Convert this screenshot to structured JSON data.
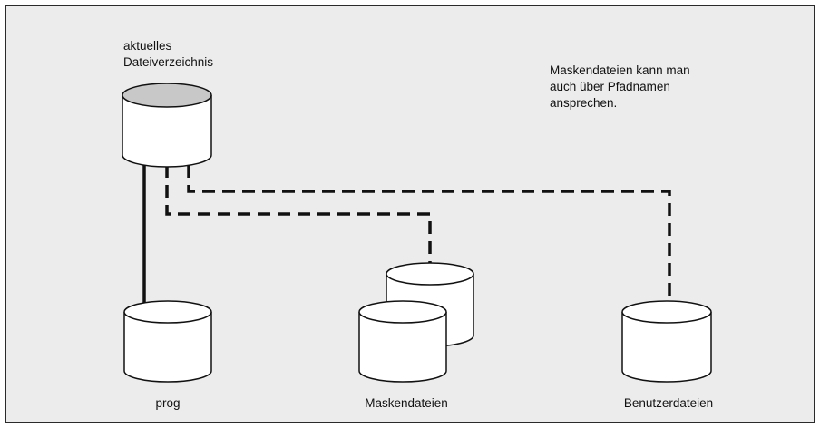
{
  "current_directory": {
    "label_lines": [
      "aktuelles",
      "Dateiverzeichnis"
    ]
  },
  "note": {
    "lines": [
      "Maskendateien  kann man",
      "auch über Pfadnamen",
      "ansprechen."
    ]
  },
  "targets": {
    "prog": {
      "label": "prog",
      "connection": "solid"
    },
    "maskendateien": {
      "label": "Maskendateien",
      "connection": "dashed"
    },
    "benutzerdateien": {
      "label": "Benutzerdateien",
      "connection": "dashed"
    }
  },
  "colors": {
    "background": "#ececec",
    "cylinder_fill": "#ffffff",
    "cylinder_top_shaded": "#c8c8c8",
    "stroke": "#111111"
  }
}
